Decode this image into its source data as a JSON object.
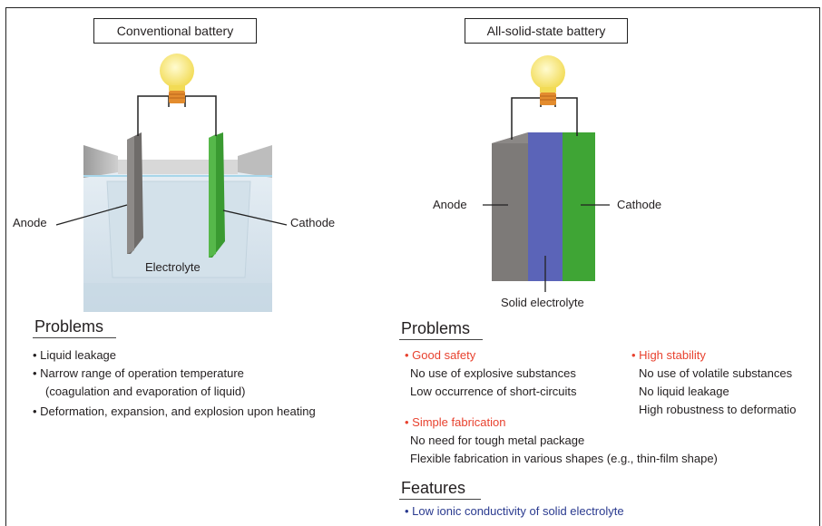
{
  "left": {
    "title": "Conventional battery",
    "anode": "Anode",
    "cathode": "Cathode",
    "electrolyte": "Electrolyte",
    "problems_heading": "Problems",
    "problems": [
      "• Liquid leakage",
      "• Narrow range of operation temperature",
      "(coagulation and evaporation of liquid)",
      "• Deformation, expansion, and explosion upon heating"
    ]
  },
  "right": {
    "title": "All-solid-state battery",
    "anode": "Anode",
    "cathode": "Cathode",
    "solid_electrolyte": "Solid electrolyte",
    "problems_heading": "Problems",
    "good_safety": {
      "heading": "• Good safety",
      "items": [
        "No use of explosive substances",
        "Low occurrence of short-circuits"
      ]
    },
    "high_stability": {
      "heading": "• High stability",
      "items": [
        "No use of volatile substances",
        "No liquid leakage",
        "High robustness to deformatio"
      ]
    },
    "simple_fabrication": {
      "heading": "• Simple fabrication",
      "items": [
        "No need for tough metal package",
        "Flexible fabrication in various shapes (e.g., thin-film shape)"
      ]
    },
    "features_heading": "Features",
    "features": [
      "• Low ionic conductivity of solid electrolyte"
    ]
  },
  "colors": {
    "anode": "#7d7a78",
    "cathode": "#3fa535",
    "solid_electrolyte": "#5b64b8",
    "electrolyte": "#dde8ef",
    "accent_red": "#e8422f",
    "accent_blue": "#2a3a8f",
    "bulb": "#f7e77a"
  }
}
